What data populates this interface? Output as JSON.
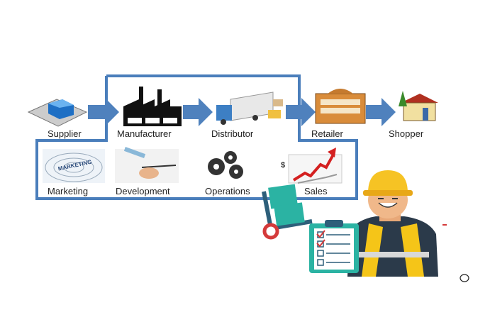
{
  "chain": {
    "supplier": "Supplier",
    "manufacturer": "Manufacturer",
    "distributor": "Distributor",
    "retailer": "Retailer",
    "shopper": "Shopper"
  },
  "functions": {
    "marketing": "Marketing",
    "development": "Development",
    "operations": "Operations",
    "sales": "Sales"
  },
  "marketing_image_text": "MARKETING",
  "sales_symbol": "$",
  "colors": {
    "frame": "#4a7ebb",
    "arrow": "#4f81bd",
    "teal": "#2bb3a3",
    "helmet": "#f6c324",
    "vest": "#f5c518"
  }
}
